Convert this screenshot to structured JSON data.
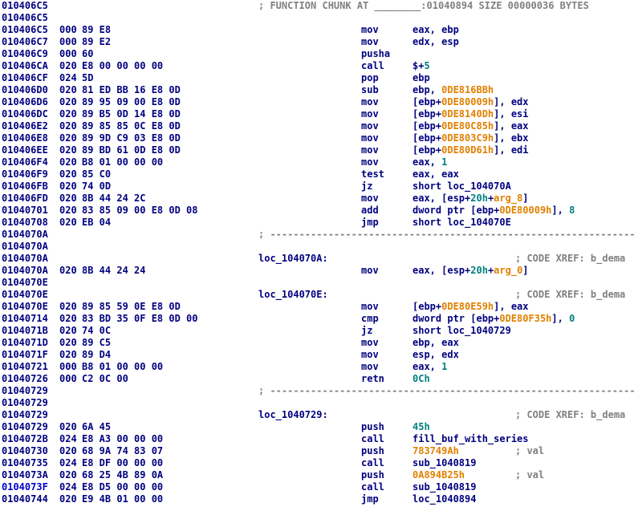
{
  "listing": {
    "rows": [
      {
        "kind": "chunk",
        "addr": "010406C5",
        "text": "; FUNCTION CHUNK AT ________:01040894 SIZE 00000036 BYTES"
      },
      {
        "kind": "blank",
        "addr": "010406C5"
      },
      {
        "kind": "ins",
        "addr": "010406C5",
        "sp": "000",
        "bytes": "89 E8",
        "mn": "mov",
        "op": [
          [
            "eax, ebp",
            ""
          ]
        ]
      },
      {
        "kind": "ins",
        "addr": "010406C7",
        "sp": "000",
        "bytes": "89 E2",
        "mn": "mov",
        "op": [
          [
            "edx, esp",
            ""
          ]
        ]
      },
      {
        "kind": "ins",
        "addr": "010406C9",
        "sp": "000",
        "bytes": "60",
        "mn": "pusha",
        "op": []
      },
      {
        "kind": "ins",
        "addr": "010406CA",
        "sp": "020",
        "bytes": "E8 00 00 00 00",
        "mn": "call",
        "op": [
          [
            "$+",
            ""
          ],
          [
            "5",
            "num"
          ]
        ]
      },
      {
        "kind": "ins",
        "addr": "010406CF",
        "sp": "024",
        "bytes": "5D",
        "mn": "pop",
        "op": [
          [
            "ebp",
            ""
          ]
        ]
      },
      {
        "kind": "ins",
        "addr": "010406D0",
        "sp": "020",
        "bytes": "81 ED BB 16 E8 0D",
        "mn": "sub",
        "op": [
          [
            "ebp, ",
            ""
          ],
          [
            "0DE816BBh",
            "opn"
          ]
        ]
      },
      {
        "kind": "ins",
        "addr": "010406D6",
        "sp": "020",
        "bytes": "89 95 09 00 E8 0D",
        "mn": "mov",
        "op": [
          [
            "[ebp+",
            ""
          ],
          [
            "0DE80009h",
            "opn"
          ],
          [
            "], edx",
            ""
          ]
        ]
      },
      {
        "kind": "ins",
        "addr": "010406DC",
        "sp": "020",
        "bytes": "89 B5 0D 14 E8 0D",
        "mn": "mov",
        "op": [
          [
            "[ebp+",
            ""
          ],
          [
            "0DE8140Dh",
            "opn"
          ],
          [
            "], esi",
            ""
          ]
        ]
      },
      {
        "kind": "ins",
        "addr": "010406E2",
        "sp": "020",
        "bytes": "89 85 85 0C E8 0D",
        "mn": "mov",
        "op": [
          [
            "[ebp+",
            ""
          ],
          [
            "0DE80C85h",
            "opn"
          ],
          [
            "], eax",
            ""
          ]
        ]
      },
      {
        "kind": "ins",
        "addr": "010406E8",
        "sp": "020",
        "bytes": "89 9D C9 03 E8 0D",
        "mn": "mov",
        "op": [
          [
            "[ebp+",
            ""
          ],
          [
            "0DE803C9h",
            "opn"
          ],
          [
            "], ebx",
            ""
          ]
        ]
      },
      {
        "kind": "ins",
        "addr": "010406EE",
        "sp": "020",
        "bytes": "89 BD 61 0D E8 0D",
        "mn": "mov",
        "op": [
          [
            "[ebp+",
            ""
          ],
          [
            "0DE80D61h",
            "opn"
          ],
          [
            "], edi",
            ""
          ]
        ]
      },
      {
        "kind": "ins",
        "addr": "010406F4",
        "sp": "020",
        "bytes": "B8 01 00 00 00",
        "mn": "mov",
        "op": [
          [
            "eax, ",
            ""
          ],
          [
            "1",
            "num"
          ]
        ]
      },
      {
        "kind": "ins",
        "addr": "010406F9",
        "sp": "020",
        "bytes": "85 C0",
        "mn": "test",
        "op": [
          [
            "eax, eax",
            ""
          ]
        ]
      },
      {
        "kind": "ins",
        "addr": "010406FB",
        "sp": "020",
        "bytes": "74 0D",
        "mn": "jz",
        "op": [
          [
            "short loc_104070A",
            ""
          ]
        ]
      },
      {
        "kind": "ins",
        "addr": "010406FD",
        "sp": "020",
        "bytes": "8B 44 24 2C",
        "mn": "mov",
        "op": [
          [
            "eax, [esp+",
            ""
          ],
          [
            "20h",
            "num"
          ],
          [
            "+",
            ""
          ],
          [
            "arg_8",
            "opn"
          ],
          [
            "]",
            ""
          ]
        ]
      },
      {
        "kind": "ins",
        "addr": "01040701",
        "sp": "020",
        "bytes": "83 85 09 00 E8 0D 08",
        "mn": "add",
        "op": [
          [
            "dword ptr [ebp+",
            ""
          ],
          [
            "0DE80009h",
            "opn"
          ],
          [
            "], ",
            ""
          ],
          [
            "8",
            "num"
          ]
        ]
      },
      {
        "kind": "ins",
        "addr": "01040708",
        "sp": "020",
        "bytes": "EB 04",
        "mn": "jmp",
        "op": [
          [
            "short loc_104070E",
            ""
          ]
        ]
      },
      {
        "kind": "sep",
        "addr": "0104070A",
        "text": "; ---------------------------------------------------------------------------"
      },
      {
        "kind": "blank",
        "addr": "0104070A"
      },
      {
        "kind": "label",
        "addr": "0104070A",
        "label": "loc_104070A:",
        "xref": "; CODE XREF: b_dema"
      },
      {
        "kind": "ins",
        "addr": "0104070A",
        "sp": "020",
        "bytes": "8B 44 24 24",
        "mn": "mov",
        "op": [
          [
            "eax, [esp+",
            ""
          ],
          [
            "20h",
            "num"
          ],
          [
            "+",
            ""
          ],
          [
            "arg_0",
            "opn"
          ],
          [
            "]",
            ""
          ]
        ]
      },
      {
        "kind": "blank",
        "addr": "0104070E"
      },
      {
        "kind": "label",
        "addr": "0104070E",
        "label": "loc_104070E:",
        "xref": "; CODE XREF: b_dema"
      },
      {
        "kind": "ins",
        "addr": "0104070E",
        "sp": "020",
        "bytes": "89 85 59 0E E8 0D",
        "mn": "mov",
        "op": [
          [
            "[ebp+",
            ""
          ],
          [
            "0DE80E59h",
            "opn"
          ],
          [
            "], eax",
            ""
          ]
        ]
      },
      {
        "kind": "ins",
        "addr": "01040714",
        "sp": "020",
        "bytes": "83 BD 35 0F E8 0D 00",
        "mn": "cmp",
        "op": [
          [
            "dword ptr [ebp+",
            ""
          ],
          [
            "0DE80F35h",
            "opn"
          ],
          [
            "], ",
            ""
          ],
          [
            "0",
            "num"
          ]
        ]
      },
      {
        "kind": "ins",
        "addr": "0104071B",
        "sp": "020",
        "bytes": "74 0C",
        "mn": "jz",
        "op": [
          [
            "short loc_1040729",
            ""
          ]
        ]
      },
      {
        "kind": "ins",
        "addr": "0104071D",
        "sp": "020",
        "bytes": "89 C5",
        "mn": "mov",
        "op": [
          [
            "ebp, eax",
            ""
          ]
        ]
      },
      {
        "kind": "ins",
        "addr": "0104071F",
        "sp": "020",
        "bytes": "89 D4",
        "mn": "mov",
        "op": [
          [
            "esp, edx",
            ""
          ]
        ]
      },
      {
        "kind": "ins",
        "addr": "01040721",
        "sp": "000",
        "bytes": "B8 01 00 00 00",
        "mn": "mov",
        "op": [
          [
            "eax, ",
            ""
          ],
          [
            "1",
            "num"
          ]
        ]
      },
      {
        "kind": "ins",
        "addr": "01040726",
        "sp": "000",
        "bytes": "C2 0C 00",
        "mn": "retn",
        "op": [
          [
            "0Ch",
            "num"
          ]
        ]
      },
      {
        "kind": "sep",
        "addr": "01040729",
        "text": "; ---------------------------------------------------------------------------"
      },
      {
        "kind": "blank",
        "addr": "01040729"
      },
      {
        "kind": "label",
        "addr": "01040729",
        "label": "loc_1040729:",
        "xref": "; CODE XREF: b_dema"
      },
      {
        "kind": "ins",
        "addr": "01040729",
        "sp": "020",
        "bytes": "6A 45",
        "mn": "push",
        "op": [
          [
            "45h",
            "num"
          ]
        ]
      },
      {
        "kind": "ins",
        "addr": "0104072B",
        "sp": "024",
        "bytes": "E8 A3 00 00 00",
        "mn": "call",
        "op": [
          [
            "fill_buf_with_series",
            ""
          ]
        ]
      },
      {
        "kind": "ins",
        "addr": "01040730",
        "sp": "020",
        "bytes": "68 9A 74 83 07",
        "mn": "push",
        "op": [
          [
            "783749Ah",
            "opn"
          ]
        ],
        "cmt": "; val"
      },
      {
        "kind": "ins",
        "addr": "01040735",
        "sp": "024",
        "bytes": "E8 DF 00 00 00",
        "mn": "call",
        "op": [
          [
            "sub_1040819",
            ""
          ]
        ]
      },
      {
        "kind": "ins",
        "addr": "0104073A",
        "sp": "020",
        "bytes": "68 25 4B 89 0A",
        "mn": "push",
        "op": [
          [
            "0A894B25h",
            "opn"
          ]
        ],
        "cmt": "; val"
      },
      {
        "kind": "ins",
        "addr": "0104073F",
        "sp": "024",
        "bytes": "E8 D5 00 00 00",
        "mn": "call",
        "op": [
          [
            "sub_1040819",
            ""
          ]
        ],
        "alt": true
      },
      {
        "kind": "ins",
        "addr": "01040744",
        "sp": "020",
        "bytes": "E9 4B 01 00 00",
        "mn": "jmp",
        "op": [
          [
            "loc_1040894",
            ""
          ]
        ]
      }
    ]
  }
}
